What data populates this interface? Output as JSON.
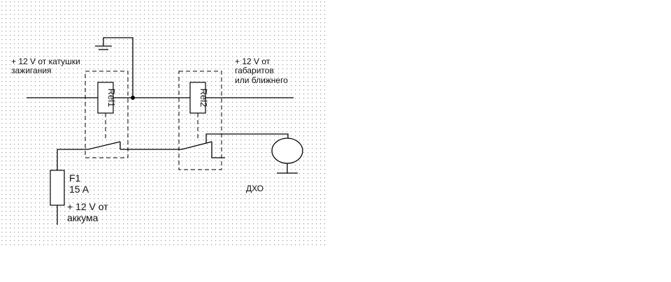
{
  "labels": {
    "ignition": "+ 12 V от катушки\nзажигания",
    "lights": "+ 12 V от\nгабаритов\nили ближнего",
    "fuse": "F1\n15 A",
    "battery": "+ 12 V от\nаккума",
    "drl": "ДХО"
  },
  "components": {
    "relay1": "Rel1",
    "relay2": "Rel2"
  }
}
